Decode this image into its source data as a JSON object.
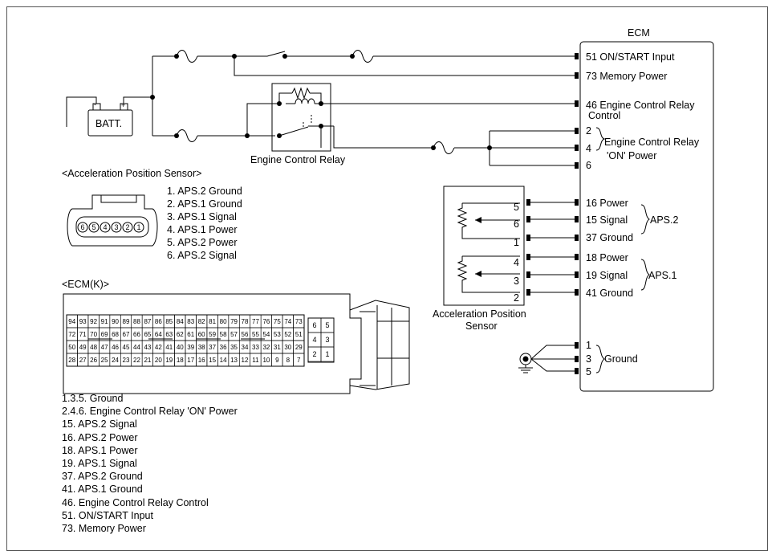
{
  "ecm_title": "ECM",
  "battery_label": "BATT.",
  "relay_label": "Engine Control Relay",
  "aps_section_title": "<Acceleration Position Sensor>",
  "aps_connector_pins": [
    "6",
    "5",
    "4",
    "3",
    "2",
    "1"
  ],
  "aps_pin_list": [
    "1. APS.2 Ground",
    "2. APS.1 Ground",
    "3. APS.1 Signal",
    "4. APS.1 Power",
    "5. APS.2 Power",
    "6. APS.2 Signal"
  ],
  "ecm_k_title": "<ECM(K)>",
  "ecm_k_rows": [
    [
      "94",
      "93",
      "92",
      "91",
      "90",
      "89",
      "88",
      "87",
      "86",
      "85",
      "84",
      "83",
      "82",
      "81",
      "80",
      "79",
      "78",
      "77",
      "76",
      "75",
      "74",
      "73"
    ],
    [
      "72",
      "71",
      "70",
      "69",
      "68",
      "67",
      "66",
      "65",
      "64",
      "63",
      "62",
      "61",
      "60",
      "59",
      "58",
      "57",
      "56",
      "55",
      "54",
      "53",
      "52",
      "51"
    ],
    [
      "50",
      "49",
      "48",
      "47",
      "46",
      "45",
      "44",
      "43",
      "42",
      "41",
      "40",
      "39",
      "38",
      "37",
      "36",
      "35",
      "34",
      "33",
      "32",
      "31",
      "30",
      "29"
    ],
    [
      "28",
      "27",
      "26",
      "25",
      "24",
      "23",
      "22",
      "21",
      "20",
      "19",
      "18",
      "17",
      "16",
      "15",
      "14",
      "13",
      "12",
      "11",
      "10",
      "9",
      "8",
      "7"
    ]
  ],
  "ecm_k_side_pins": [
    [
      "6",
      "5"
    ],
    [
      "4",
      "3"
    ],
    [
      "2",
      "1"
    ]
  ],
  "ecm_pins": {
    "p51": "51 ON/START Input",
    "p73": "73 Memory Power",
    "p46a": "46 Engine Control Relay",
    "p46b": "Control",
    "relay_nums": [
      "2",
      "4",
      "6"
    ],
    "relay_on_a": "Engine Control Relay",
    "relay_on_b": "'ON' Power",
    "aps2": [
      "16 Power",
      "15 Signal",
      "37 Ground"
    ],
    "aps2_group": "APS.2",
    "aps1": [
      "18 Power",
      "19 Signal",
      "41 Ground"
    ],
    "aps1_group": "APS.1",
    "ground_nums": [
      "1",
      "3",
      "5"
    ],
    "ground_group": "Ground"
  },
  "sensor_pins": [
    "5",
    "6",
    "1",
    "4",
    "3",
    "2"
  ],
  "sensor_label_a": "Acceleration Position",
  "sensor_label_b": "Sensor",
  "legend": [
    "1.3.5. Ground",
    "2.4.6. Engine Control Relay 'ON' Power",
    "15. APS.2 Signal",
    "16. APS.2 Power",
    "18. APS.1 Power",
    "19. APS.1 Signal",
    "37. APS.2 Ground",
    "41. APS.1 Ground",
    "46. Engine Control Relay Control",
    "51. ON/START Input",
    "73. Memory Power"
  ]
}
